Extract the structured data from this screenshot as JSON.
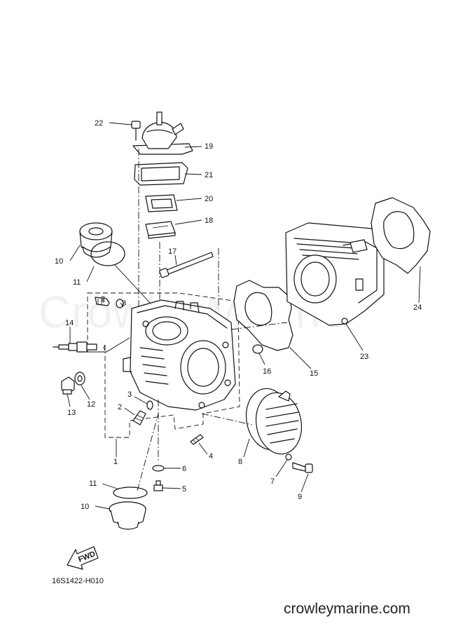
{
  "watermark": "CrowleyMarine",
  "figure_code": "16S1422-H010",
  "site": "crowleymarine.com",
  "fwd_label": "FWD",
  "callouts": [
    {
      "id": "c22",
      "label": "22"
    },
    {
      "id": "c19",
      "label": "19"
    },
    {
      "id": "c21",
      "label": "21"
    },
    {
      "id": "c20",
      "label": "20"
    },
    {
      "id": "c18",
      "label": "18"
    },
    {
      "id": "c10a",
      "label": "10"
    },
    {
      "id": "c11a",
      "label": "11"
    },
    {
      "id": "c17",
      "label": "17"
    },
    {
      "id": "c2a",
      "label": "2"
    },
    {
      "id": "c3a",
      "label": "3"
    },
    {
      "id": "c14",
      "label": "14"
    },
    {
      "id": "c13",
      "label": "13"
    },
    {
      "id": "c12",
      "label": "12"
    },
    {
      "id": "c3b",
      "label": "3"
    },
    {
      "id": "c2b",
      "label": "2"
    },
    {
      "id": "c1",
      "label": "1"
    },
    {
      "id": "c4",
      "label": "4"
    },
    {
      "id": "c6",
      "label": "6"
    },
    {
      "id": "c5",
      "label": "5"
    },
    {
      "id": "c11b",
      "label": "11"
    },
    {
      "id": "c10b",
      "label": "10"
    },
    {
      "id": "c8",
      "label": "8"
    },
    {
      "id": "c7",
      "label": "7"
    },
    {
      "id": "c9",
      "label": "9"
    },
    {
      "id": "c16",
      "label": "16"
    },
    {
      "id": "c15",
      "label": "15"
    },
    {
      "id": "c23",
      "label": "23"
    },
    {
      "id": "c24",
      "label": "24"
    }
  ]
}
